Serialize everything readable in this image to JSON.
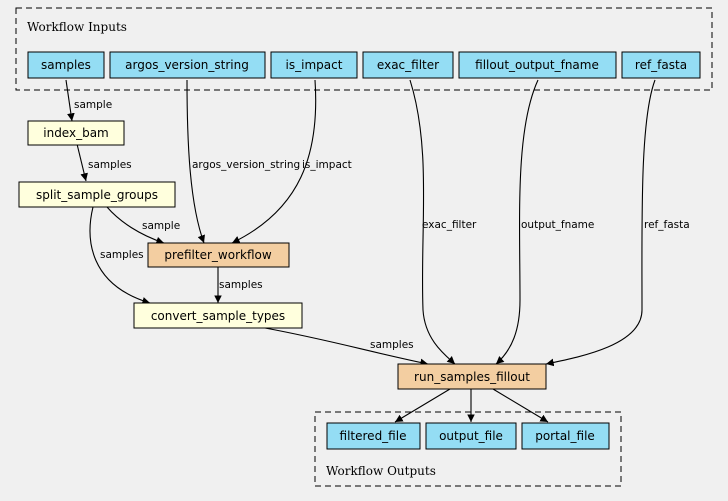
{
  "clusters": {
    "inputs_label": "Workflow Inputs",
    "outputs_label": "Workflow Outputs"
  },
  "colors": {
    "background": "#f0f0f0",
    "input_fill": "#94ddf4",
    "step_fill": "#f3cea1",
    "tool_fill": "#ffffdd",
    "output_fill": "#94ddf4"
  },
  "nodes": {
    "samples": "samples",
    "argos_version_string": "argos_version_string",
    "is_impact": "is_impact",
    "exac_filter": "exac_filter",
    "fillout_output_fname": "fillout_output_fname",
    "ref_fasta": "ref_fasta",
    "index_bam": "index_bam",
    "split_sample_groups": "split_sample_groups",
    "prefilter_workflow": "prefilter_workflow",
    "convert_sample_types": "convert_sample_types",
    "run_samples_fillout": "run_samples_fillout",
    "filtered_file": "filtered_file",
    "output_file": "output_file",
    "portal_file": "portal_file"
  },
  "edges": {
    "samples_to_index_bam": "sample",
    "index_bam_to_split": "samples",
    "argos_to_prefilter": "argos_version_string",
    "impact_to_prefilter": "is_impact",
    "split_to_prefilter": "sample",
    "split_to_convert": "samples",
    "prefilter_to_convert": "samples",
    "exac_to_fillout": "exac_filter",
    "fname_to_fillout": "output_fname",
    "fasta_to_fillout": "ref_fasta",
    "convert_to_fillout": "samples"
  }
}
